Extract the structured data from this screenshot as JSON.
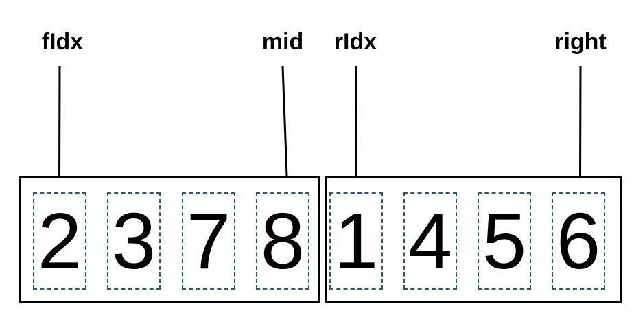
{
  "diagram": {
    "pointers": [
      {
        "label": "fIdx",
        "target": "left-array-cell-0"
      },
      {
        "label": "mid",
        "target": "left-array-cell-3"
      },
      {
        "label": "rIdx",
        "target": "right-array-cell-0"
      },
      {
        "label": "right",
        "target": "right-array-cell-3"
      }
    ],
    "arrays": {
      "left": [
        "2",
        "3",
        "7",
        "8"
      ],
      "right": [
        "1",
        "4",
        "5",
        "6"
      ]
    },
    "colors": {
      "line": "#000000",
      "cell_border": "#1F5C7B",
      "background": "#FFFFFF"
    }
  }
}
